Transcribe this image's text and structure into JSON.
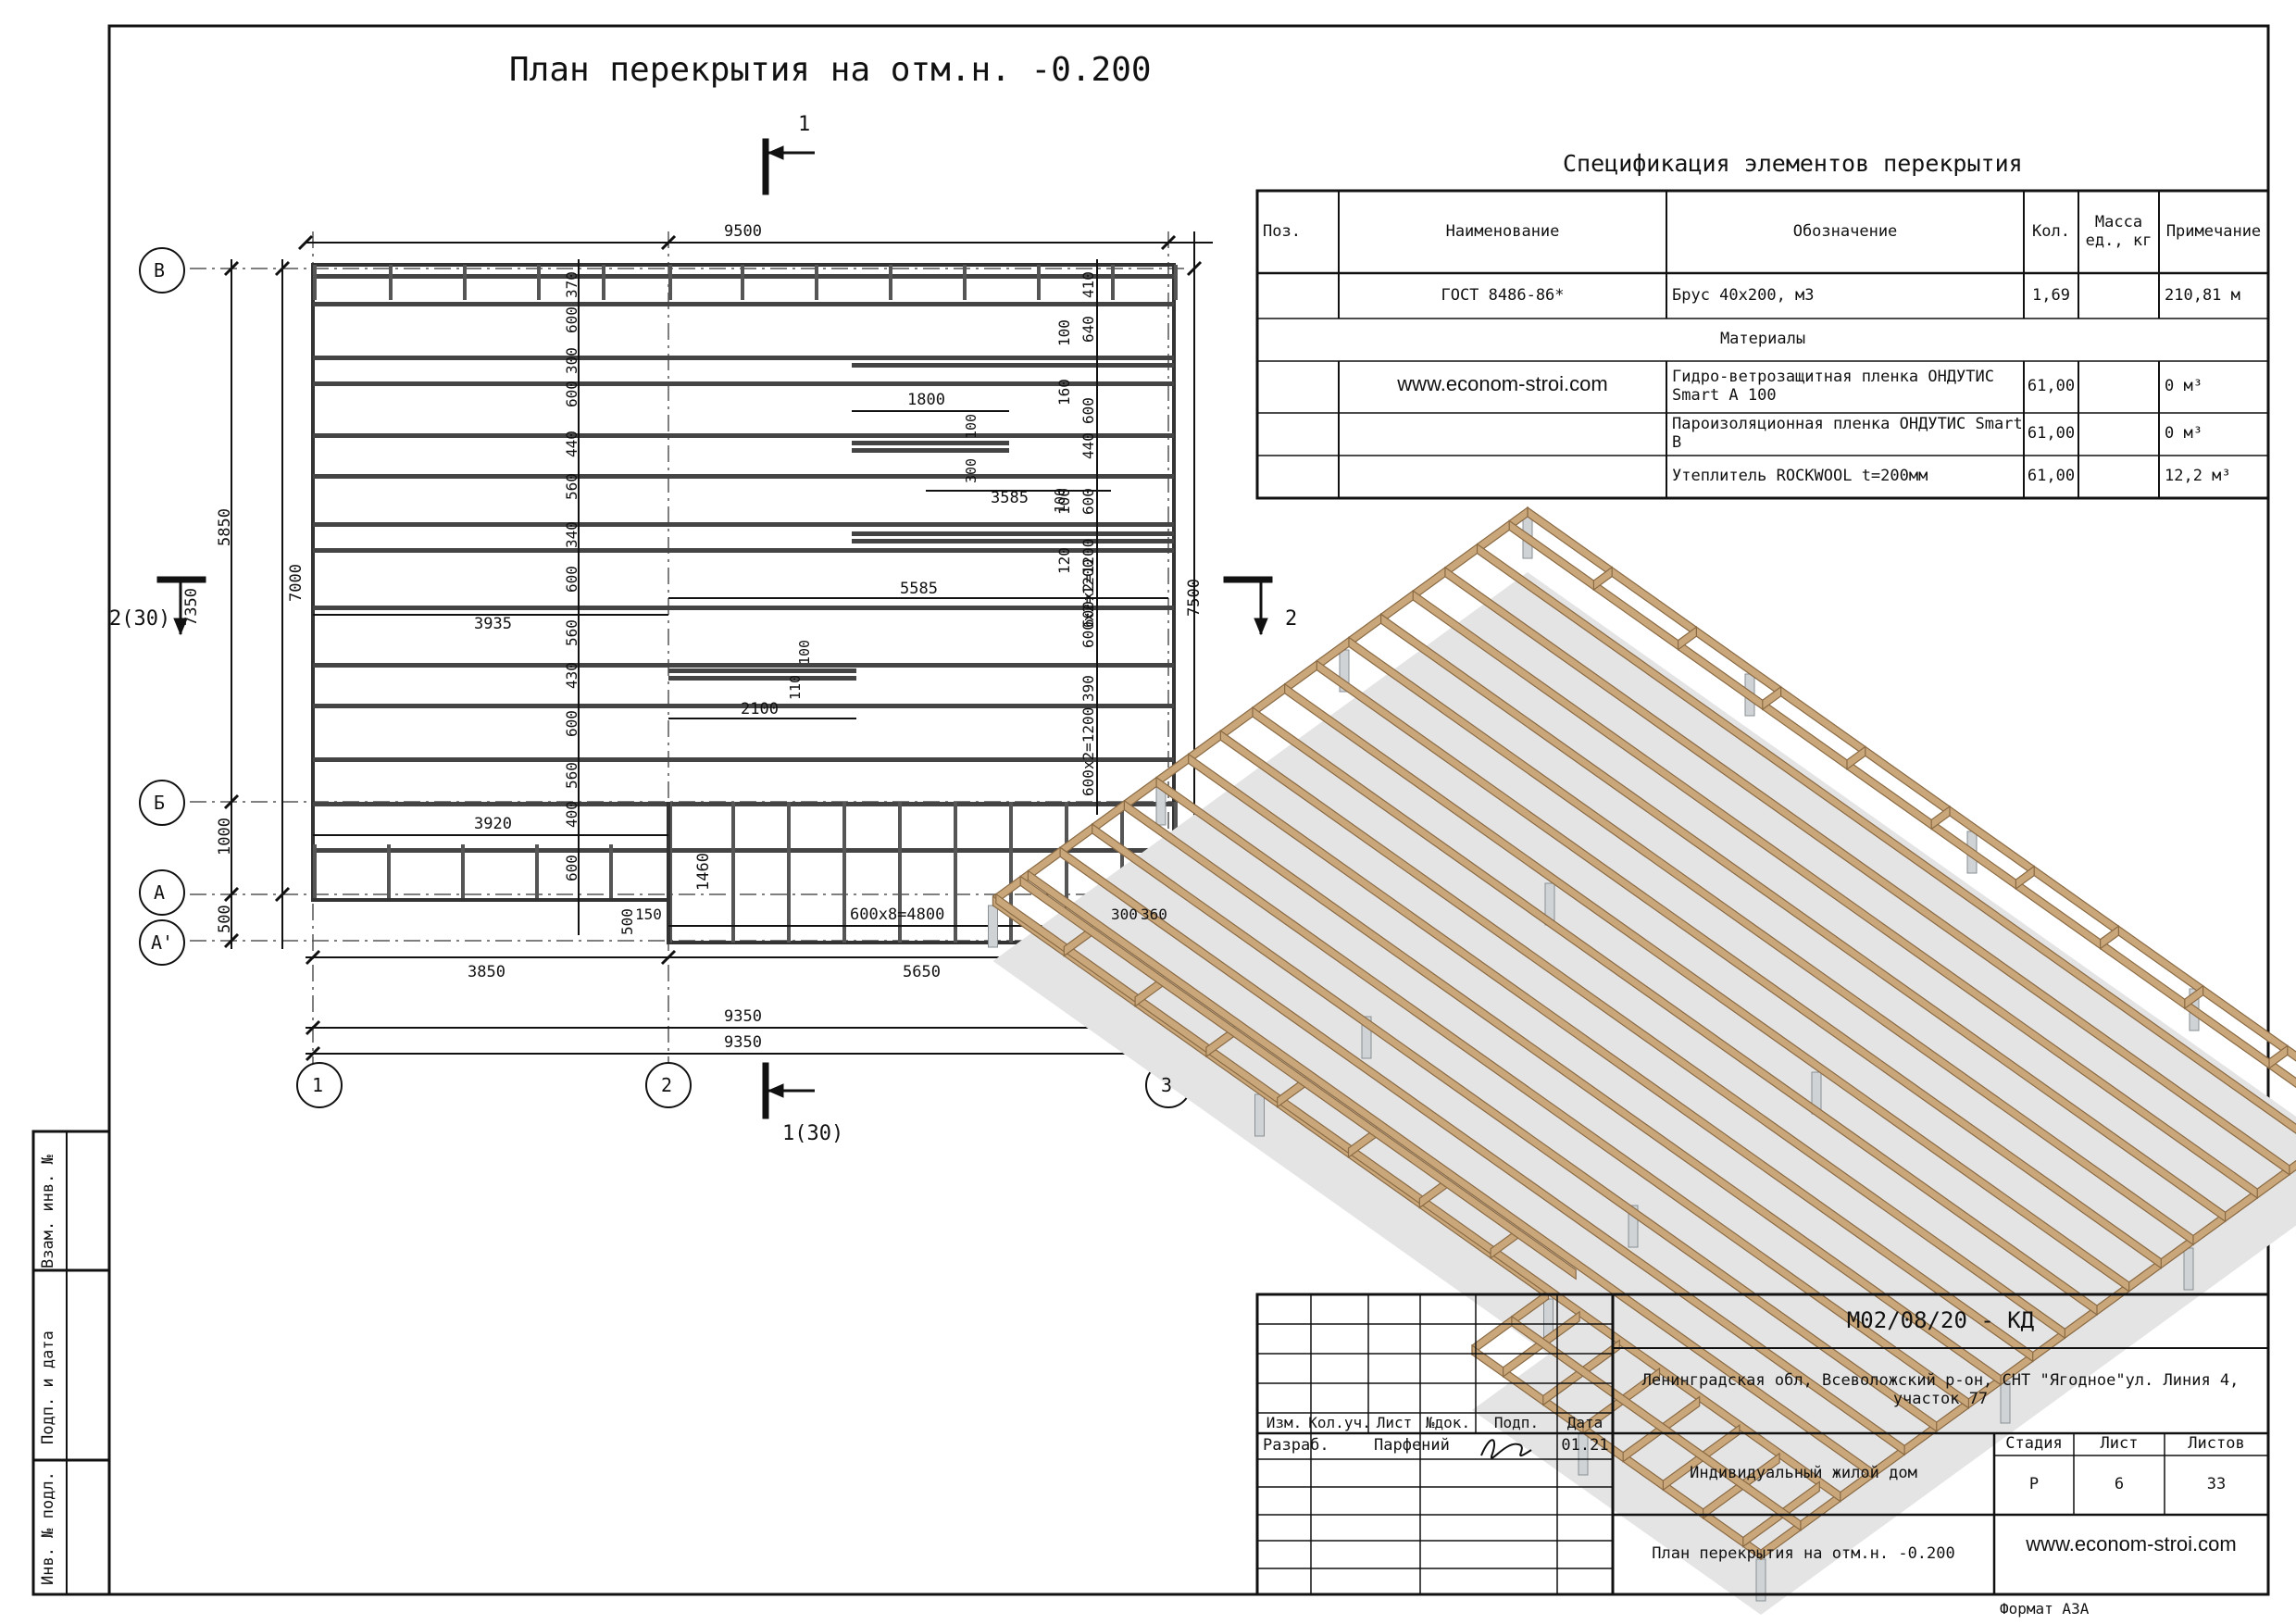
{
  "sheet": {
    "title": "План перекрытия на отм.н. -0.200",
    "format_label": "Формат А3А"
  },
  "spec": {
    "title": "Спецификация элементов перекрытия",
    "headers": [
      "Поз.",
      "Наименование",
      "Обозначение",
      "Кол.",
      "Масса ед., кг",
      "Примечание"
    ],
    "rows": [
      {
        "pos": "",
        "name": "ГОСТ 8486-86*",
        "designation": "Брус 40х200, м3",
        "qty": "1,69",
        "mass": "",
        "note": "210,81 м"
      }
    ],
    "section_label": "Материалы",
    "materials": [
      {
        "pos": "",
        "name": "www.econom-stroi.com",
        "designation": "Гидро-ветрозащитная пленка ОНДУТИС Smart A 100",
        "qty": "61,00",
        "mass": "",
        "note": "0 м³"
      },
      {
        "pos": "",
        "name": "",
        "designation": "Пароизоляционная пленка ОНДУТИС Smart B",
        "qty": "61,00",
        "mass": "",
        "note": "0 м³"
      },
      {
        "pos": "",
        "name": "",
        "designation": "Утеплитель ROCKWOOL t=200мм",
        "qty": "61,00",
        "mass": "",
        "note": "12,2 м³"
      }
    ]
  },
  "plan": {
    "axes_rows": [
      "В",
      "Б",
      "А",
      "А'"
    ],
    "axes_cols": [
      "1",
      "2",
      "3"
    ],
    "section_top": "1",
    "section_bottom": "1(30)",
    "section_left": "2(30)",
    "section_right": "2",
    "dims_top": [
      "9500"
    ],
    "dims_bottom": [
      "3850",
      "5650",
      "9350",
      "9350"
    ],
    "dims_left": [
      "5850",
      "7350",
      "7000",
      "1000",
      "500"
    ],
    "dims_right": [
      "7500"
    ],
    "inner_dims": [
      "1800",
      "3585",
      "5585",
      "3935",
      "2100",
      "3920",
      "600х8=4800",
      "1460",
      "500",
      "150",
      "300",
      "360"
    ],
    "vertical_dims_mid": [
      "370",
      "600",
      "300",
      "600",
      "440",
      "560",
      "340",
      "600",
      "560",
      "430",
      "600",
      "560",
      "400",
      "600"
    ],
    "vertical_dims_right": [
      "410",
      "640",
      "100",
      "160",
      "600",
      "440",
      "600",
      "100",
      "120",
      "600х2=1200",
      "600х2=1200",
      "390",
      "600х2=1200"
    ],
    "small_dims": [
      "100",
      "300",
      "100",
      "110",
      "100"
    ]
  },
  "side_stamp": [
    "Взам. инв. №",
    "Подп. и дата",
    "Инв. № подл."
  ],
  "stamp": {
    "code": "М02/08/20 - КД",
    "address": "Ленинградская обл, Всеволожский р-он, СНТ \"Ягодное\"ул. Линия 4, участок 77",
    "col_headers": [
      "Изм.",
      "Кол.уч.",
      "Лист",
      "№док.",
      "Подп.",
      "Дата"
    ],
    "dev_role": "Разраб.",
    "dev_name": "Парфений",
    "dev_date": "01.21",
    "object_name": "Индивидуальный жилой дом",
    "stage_header": "Стадия",
    "sheet_header": "Лист",
    "sheets_header": "Листов",
    "stage": "Р",
    "sheet": "6",
    "sheets": "33",
    "drawing_name": "План перекрытия на отм.н. -0.200",
    "website": "www.econom-stroi.com"
  },
  "colors": {
    "timber": "#c9a77a",
    "timber_dark": "#8a6a44",
    "line": "#111111",
    "grid": "#7a7a7a"
  }
}
